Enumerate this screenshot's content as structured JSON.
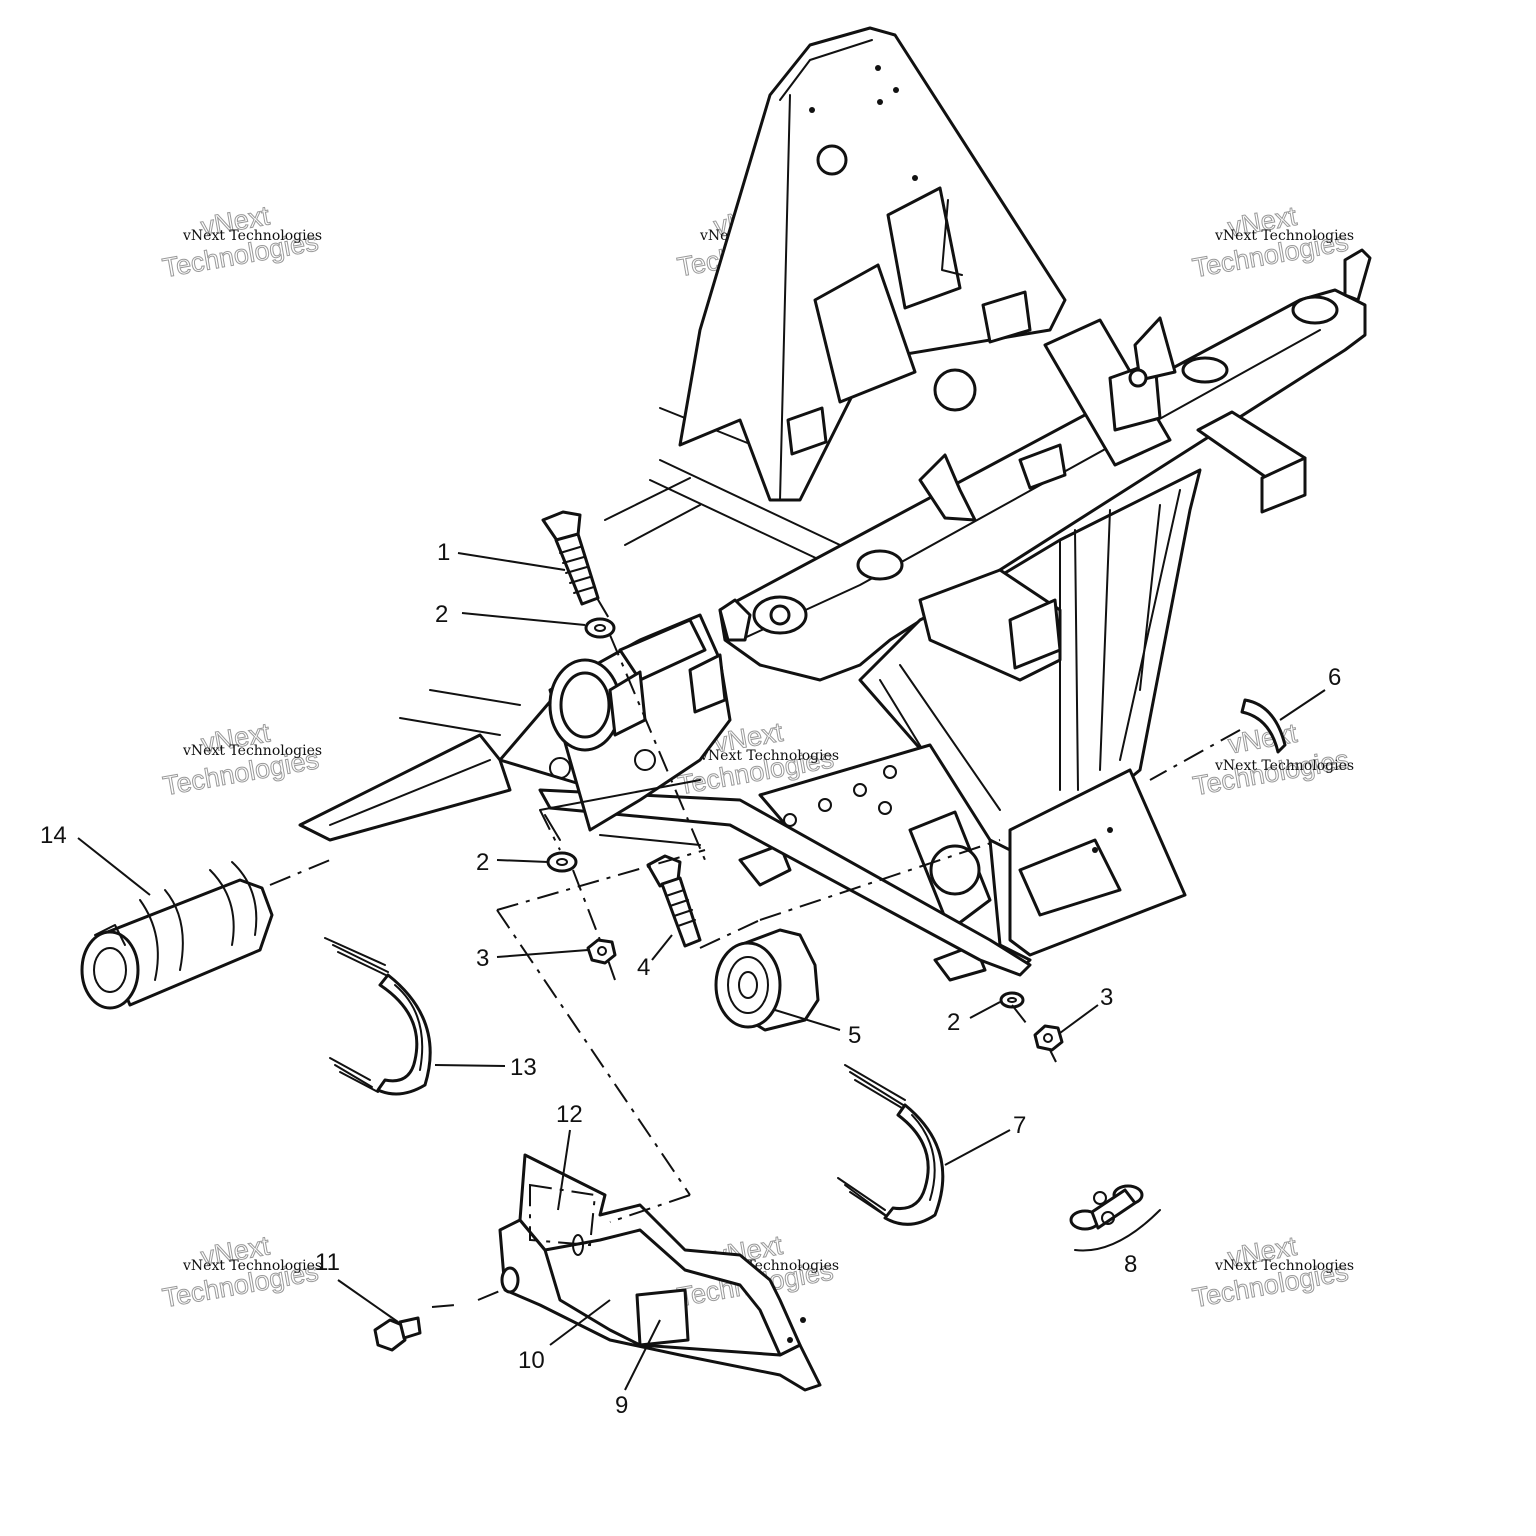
{
  "callouts": {
    "c1": "1",
    "c2a": "2",
    "c2b": "2",
    "c2c": "2",
    "c3a": "3",
    "c3b": "3",
    "c4": "4",
    "c5": "5",
    "c6": "6",
    "c7": "7",
    "c8": "8",
    "c9": "9",
    "c10": "10",
    "c11": "11",
    "c12": "12",
    "c13": "13",
    "c14": "14"
  },
  "watermark": {
    "brand": "vNext",
    "word": "Technologies",
    "full": "vNext Technologies"
  }
}
